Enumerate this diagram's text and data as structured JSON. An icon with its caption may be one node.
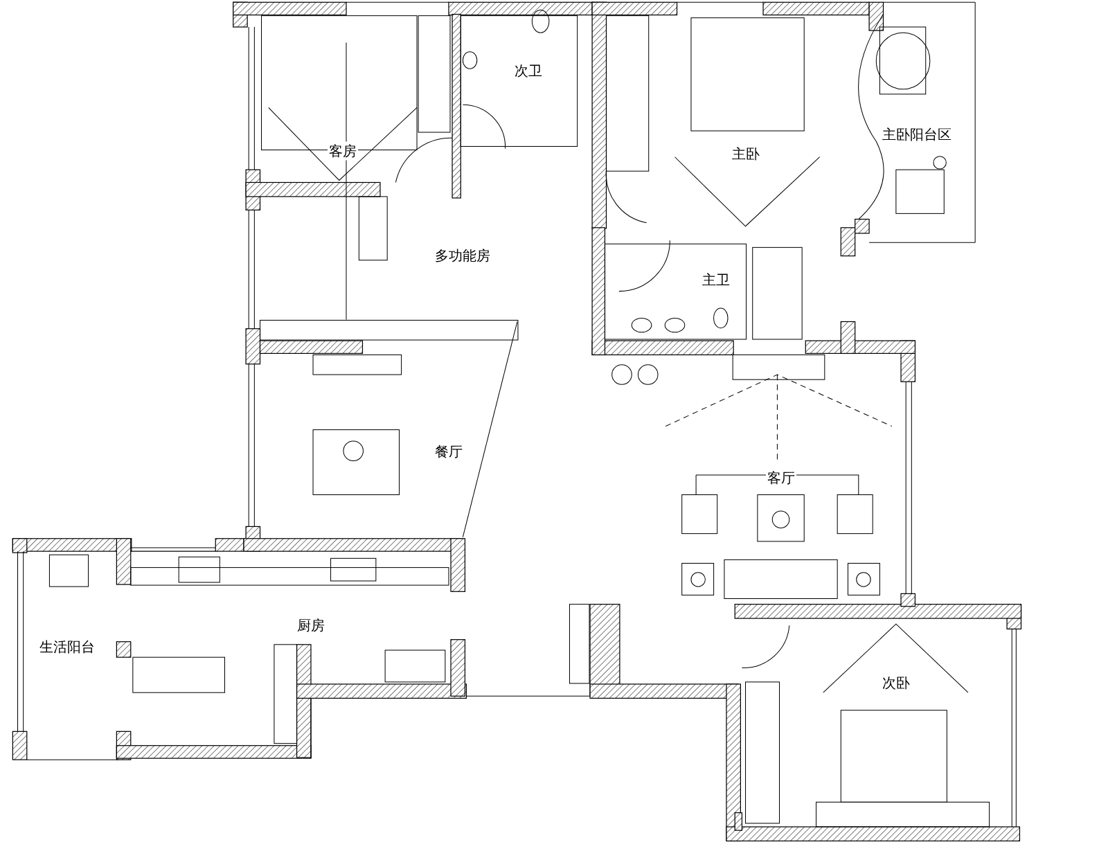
{
  "diagram": {
    "labels": [
      "次卫",
      "主卧阳台区",
      "客房",
      "主卧",
      "多功能房",
      "主卫",
      "餐厅",
      "客厅",
      "厨房",
      "生活阳台",
      "次卧"
    ]
  }
}
